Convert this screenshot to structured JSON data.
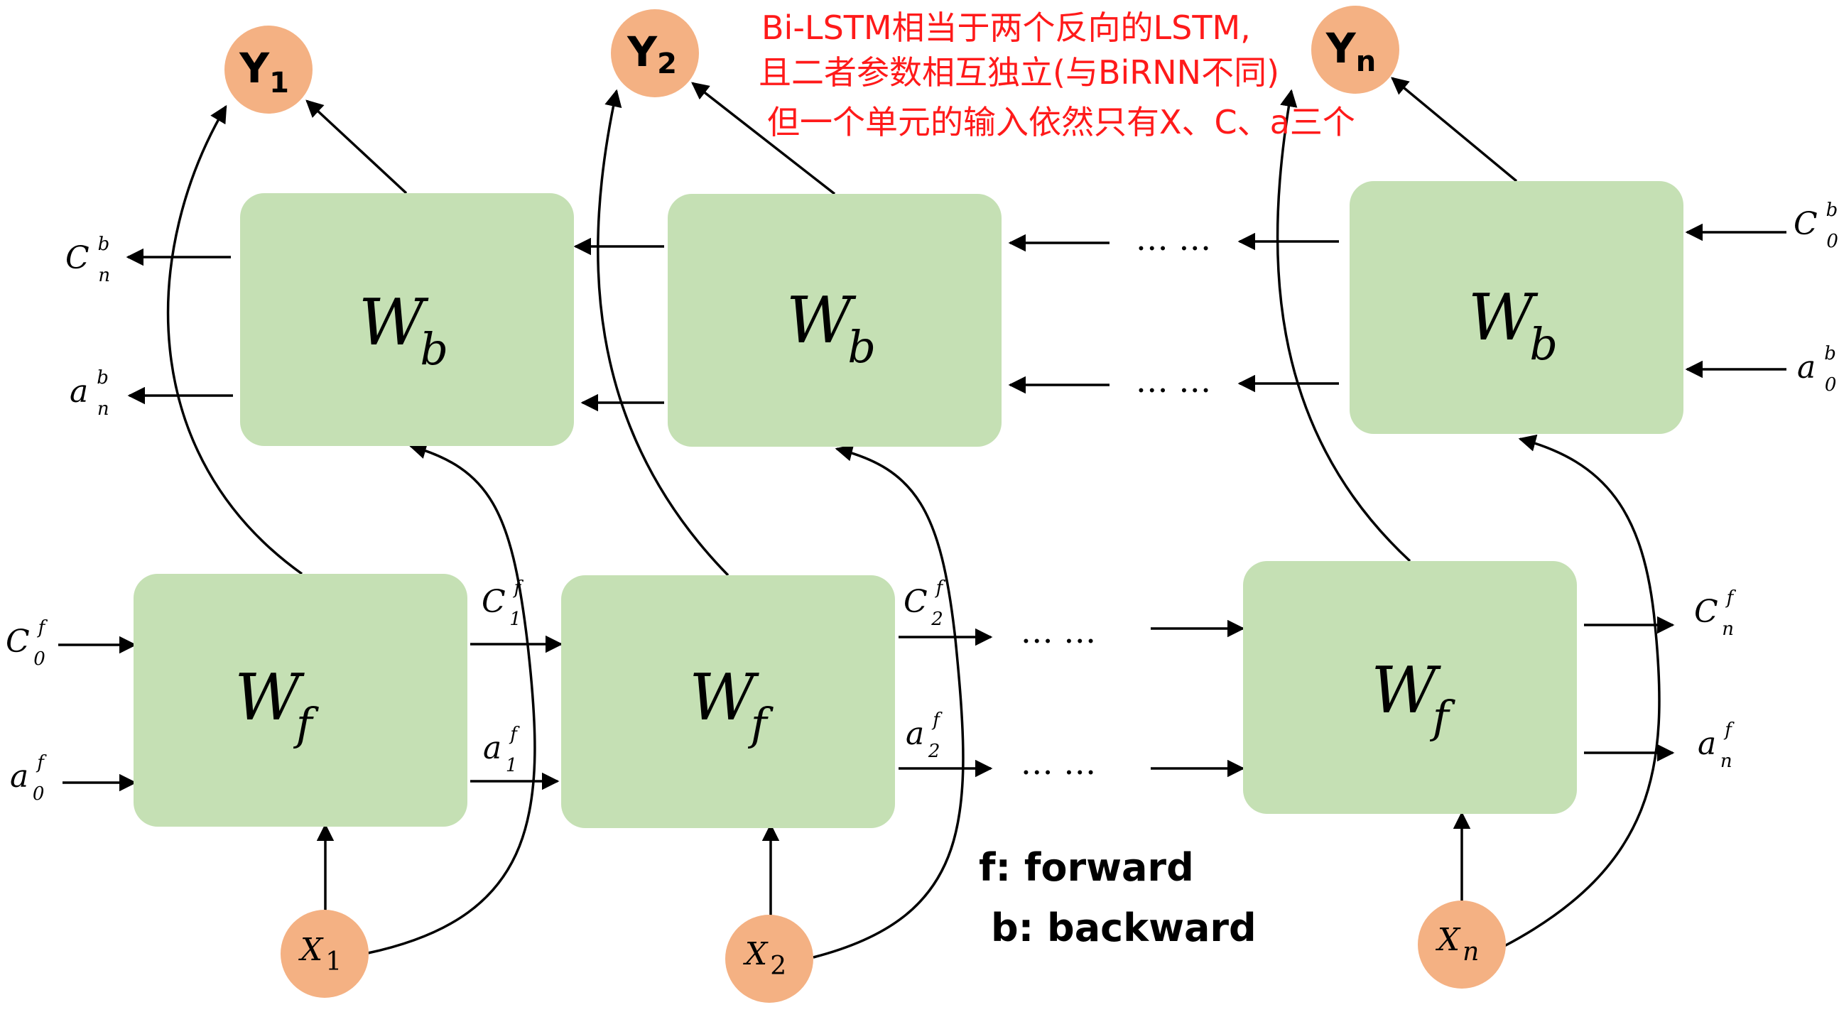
{
  "colors": {
    "cell_fill": "#c5e0b4",
    "node_fill": "#f4b183",
    "line": "#000000",
    "annotation": "#ff1a1a"
  },
  "outputs": [
    {
      "base": "Y",
      "sub": "1"
    },
    {
      "base": "Y",
      "sub": "2"
    },
    {
      "base": "Y",
      "sub": "n"
    }
  ],
  "inputs": [
    {
      "base": "X",
      "sub": "1"
    },
    {
      "base": "X",
      "sub": "2"
    },
    {
      "base": "X",
      "sub": "n"
    }
  ],
  "backward_cells": [
    {
      "base": "W",
      "sub": "b"
    },
    {
      "base": "W",
      "sub": "b"
    },
    {
      "base": "W",
      "sub": "b"
    }
  ],
  "forward_cells": [
    {
      "base": "W",
      "sub": "f"
    },
    {
      "base": "W",
      "sub": "f"
    },
    {
      "base": "W",
      "sub": "f"
    }
  ],
  "backward_labels": {
    "c_out": {
      "base": "C",
      "sup": "b",
      "sub": "n"
    },
    "a_out": {
      "base": "a",
      "sup": "b",
      "sub": "n"
    },
    "c_in": {
      "base": "C",
      "sup": "b",
      "sub": "0"
    },
    "a_in": {
      "base": "a",
      "sup": "b",
      "sub": "0"
    }
  },
  "forward_labels": {
    "c0": {
      "base": "C",
      "sup": "f",
      "sub": "0"
    },
    "a0": {
      "base": "a",
      "sup": "f",
      "sub": "0"
    },
    "c1": {
      "base": "C",
      "sup": "f",
      "sub": "1"
    },
    "a1": {
      "base": "a",
      "sup": "f",
      "sub": "1"
    },
    "c2": {
      "base": "C",
      "sup": "f",
      "sub": "2"
    },
    "a2": {
      "base": "a",
      "sup": "f",
      "sub": "2"
    },
    "cn": {
      "base": "C",
      "sup": "f",
      "sub": "n"
    },
    "an": {
      "base": "a",
      "sup": "f",
      "sub": "n"
    }
  },
  "ellipsis": "… …",
  "annotation": {
    "line1": "Bi-LSTM相当于两个反向的LSTM,",
    "line2": "且二者参数相互独立(与BiRNN不同)",
    "line3": "但一个单元的输入依然只有X、C、a三个"
  },
  "legend": {
    "forward": "f: forward",
    "backward": "b: backward"
  }
}
